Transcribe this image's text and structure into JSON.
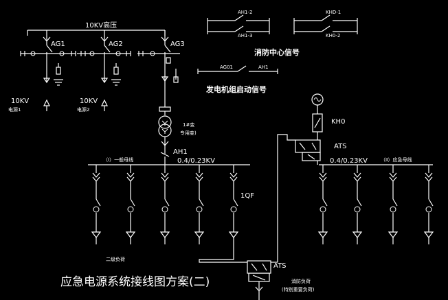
{
  "labels": {
    "hv_bus": "10KV高压",
    "ag1": "AG1",
    "ag2": "AG2",
    "ag3": "AG3",
    "src1_kv": "10KV",
    "src1_name": "电源1",
    "src2_kv": "10KV",
    "src2_name": "电源2",
    "transformer": "1#变",
    "transformer_sub": "专用变)",
    "ah1": "AH1",
    "bus1_name": "（Ⅰ）一般母线",
    "bus1_voltage": "0.4/0.23KV",
    "bus2_voltage": "0.4/0.23KV",
    "bus2_name": "（Ⅱ）应急母线",
    "qf": "1QF",
    "ats_top": "ATS",
    "ats_bottom": "ATS",
    "kh0": "KH0",
    "secondary_load": "二级负荷",
    "fire_load_1": "消防负荷",
    "fire_load_2": "(特别重要负荷)",
    "title": "应急电源系统接线图方案(二)"
  },
  "signals": {
    "ah1_2": "AH1-2",
    "ah1_3": "AH1-3",
    "khd_1": "KHD-1",
    "kh0_2": "KH0-2",
    "fire_center": "消防中心信号",
    "ag01": "AG01",
    "ah1": "AH1",
    "generator": "发电机组启动信号"
  }
}
